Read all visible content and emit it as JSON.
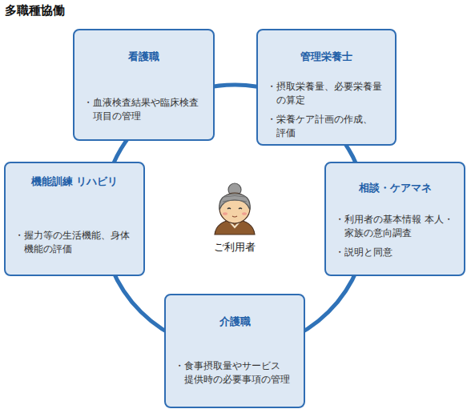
{
  "diagram": {
    "title": "多職種協働",
    "nodes": [
      {
        "text": [
          "看護職",
          "・血液検査結果や臨床検査 項目の管理"
        ]
      },
      {
        "text": [
          "管理栄養士",
          "・摂取栄養量、必要栄養量 の算定",
          "・栄養ケア計画の作成、 評価"
        ]
      },
      {
        "text": [
          "機能訓練 リハビリ",
          "・握力等の生活機能、身体 機能の評価"
        ]
      },
      {
        "text": [
          "相談・ケアマネ",
          "・利用者の基本情報 本人・家族の意向調査",
          "・説明と同意"
        ]
      },
      {
        "text": [
          "介護職",
          "・食事摂取量やサービス 提供時の必要事項の管理"
        ]
      }
    ],
    "edges": [
      {
        "from": 0,
        "to": 1,
        "arrow": "none"
      },
      {
        "from": 1,
        "to": 3,
        "arrow": "none"
      },
      {
        "from": 3,
        "to": 4,
        "arrow": "none"
      },
      {
        "from": 4,
        "to": 2,
        "arrow": "none"
      },
      {
        "from": 2,
        "to": 0,
        "arrow": "none"
      }
    ],
    "labels": [
      "ご利用者"
    ]
  }
}
